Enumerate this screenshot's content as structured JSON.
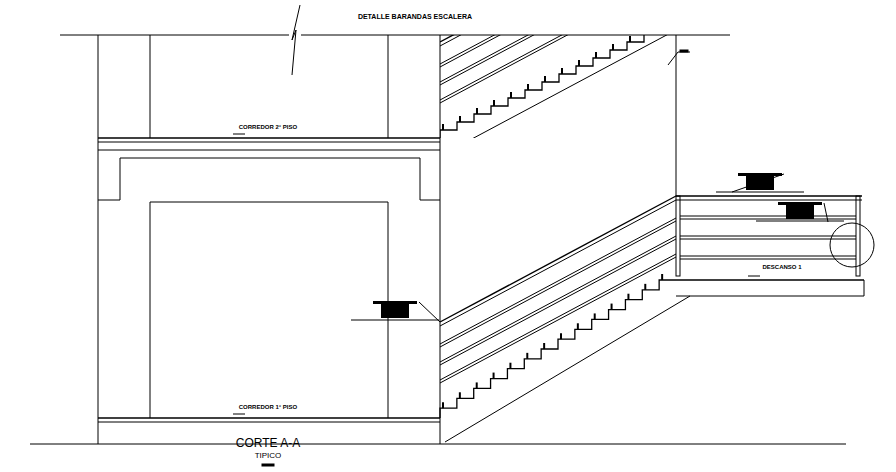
{
  "diagram": {
    "title": "DETALLE BARANDAS ESCALERA",
    "caption": "CORTE A-A",
    "labels": [
      "CORREDOR 2° PISO",
      "DESCANSO 1",
      "CORREDOR 1° PISO",
      "TIPICO"
    ]
  }
}
